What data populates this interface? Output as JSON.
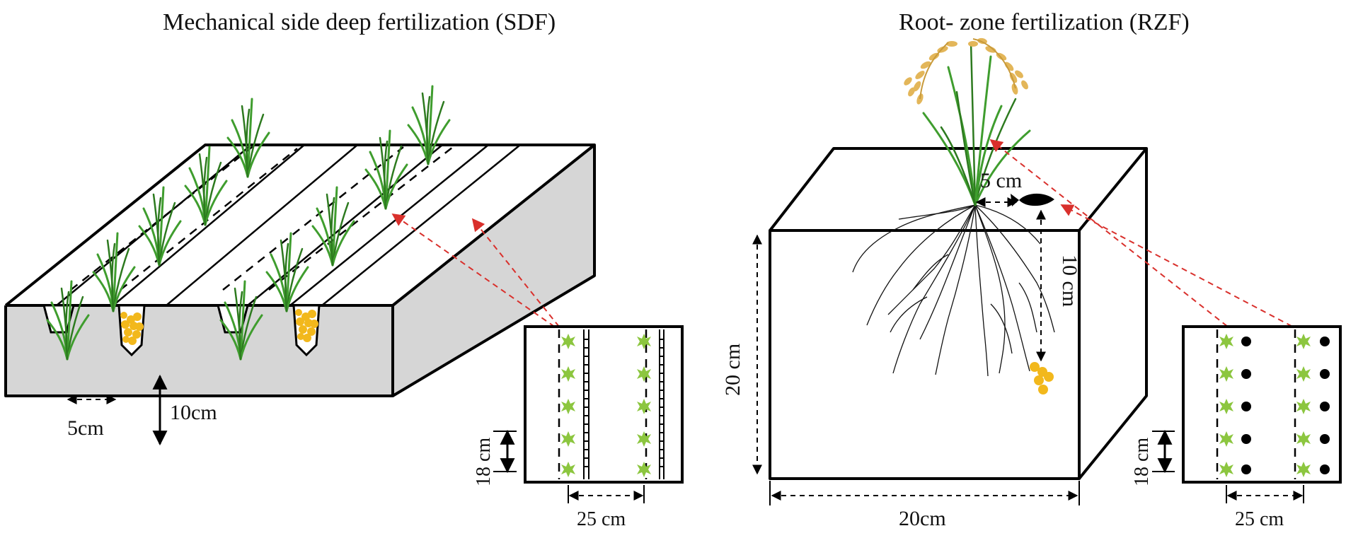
{
  "left_panel": {
    "title": "Mechanical side deep fertilization (SDF)",
    "label_side_gap": "5cm",
    "label_depth": "10cm",
    "inset": {
      "row_spacing": "25 cm",
      "plant_spacing": "18 cm"
    }
  },
  "right_panel": {
    "title": "Root- zone fertilization (RZF)",
    "label_side_gap": "5 cm",
    "label_depth": "10 cm",
    "label_height": "20 cm",
    "label_width": "20cm",
    "inset": {
      "row_spacing": "25 cm",
      "plant_spacing": "18 cm"
    }
  },
  "colors": {
    "fertilizer": "#f2b81c",
    "seedling": "#3f9d2e",
    "inset_plant": "#8cc63f",
    "arrow": "#d9302c",
    "soil_side": "#d6d6d6"
  }
}
